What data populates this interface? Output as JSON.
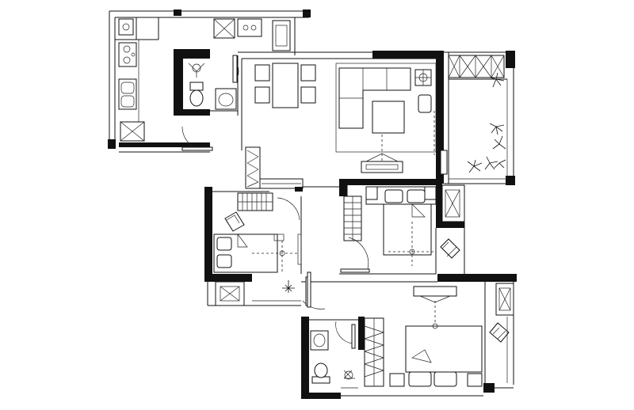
{
  "plan": {
    "rooms": [
      {
        "id": "kitchen"
      },
      {
        "id": "guest-bathroom"
      },
      {
        "id": "dining-area"
      },
      {
        "id": "living-room"
      },
      {
        "id": "balcony"
      },
      {
        "id": "bedroom-west"
      },
      {
        "id": "bedroom-middle"
      },
      {
        "id": "master-bedroom"
      },
      {
        "id": "master-bathroom"
      }
    ],
    "colors": {
      "line": "#111111",
      "background": "#ffffff"
    }
  }
}
